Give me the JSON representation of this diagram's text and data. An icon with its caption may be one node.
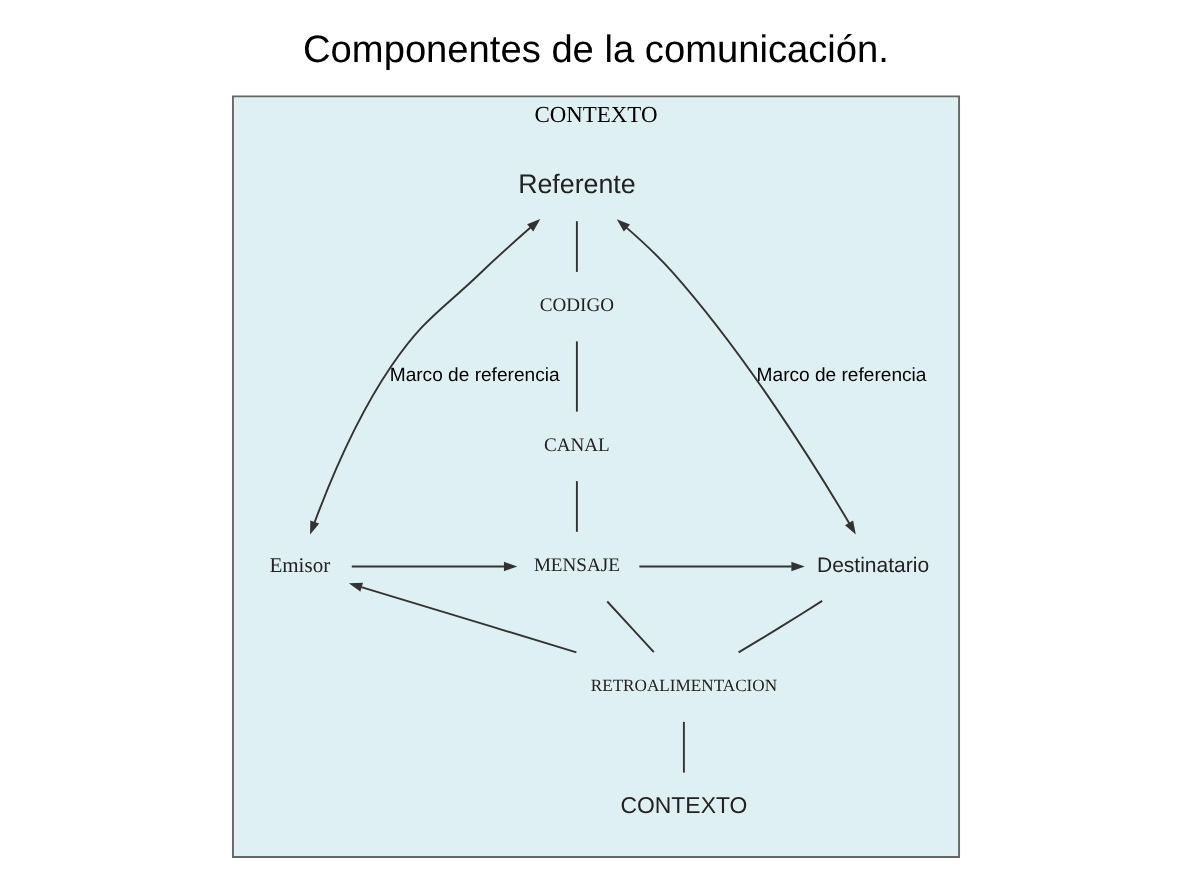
{
  "diagram": {
    "title": "Componentes de la comunicación.",
    "nodes": [
      {
        "text": [
          "CONTEXTO"
        ]
      },
      {
        "text": [
          "Referente"
        ],
        "in": 0
      },
      {
        "text": [
          "CODIGO"
        ],
        "in": 0
      },
      {
        "text": [
          "CANAL"
        ],
        "in": 0
      },
      {
        "text": [
          "Emisor"
        ],
        "in": 0
      },
      {
        "text": [
          "MENSAJE"
        ],
        "in": 0
      },
      {
        "text": [
          "Destinatario"
        ],
        "in": 0
      },
      {
        "text": [
          "RETROALIMENTACION"
        ],
        "in": 0
      },
      {
        "text": [
          "CONTEXTO"
        ],
        "in": 0
      }
    ],
    "edges": [
      {
        "from": 1,
        "to": 4,
        "arrow": "both",
        "label": "Marco de referencia"
      },
      {
        "from": 1,
        "to": 6,
        "arrow": "both",
        "label": "Marco de referencia"
      },
      {
        "from": 1,
        "to": 2,
        "arrow": "none"
      },
      {
        "from": 2,
        "to": 3,
        "arrow": "none"
      },
      {
        "from": 3,
        "to": 5,
        "arrow": "none"
      },
      {
        "from": 5,
        "to": 7,
        "arrow": "none"
      },
      {
        "from": 7,
        "to": 8,
        "arrow": "none"
      },
      {
        "from": 4,
        "to": 5,
        "arrow": "to"
      },
      {
        "from": 5,
        "to": 6,
        "arrow": "to"
      },
      {
        "from": 6,
        "to": 7,
        "arrow": "none"
      },
      {
        "from": 7,
        "to": 4,
        "arrow": "to"
      }
    ]
  }
}
